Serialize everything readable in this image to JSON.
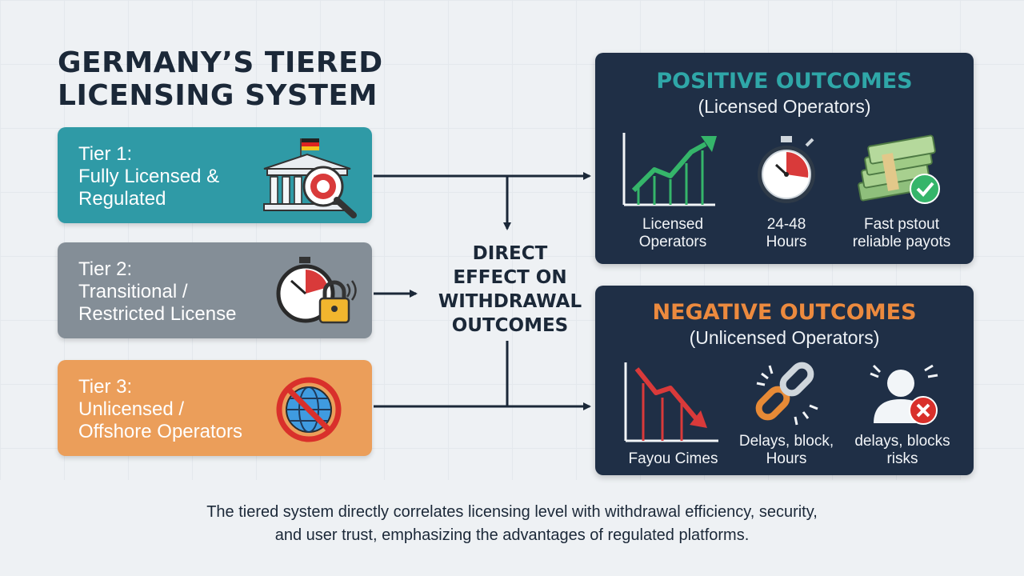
{
  "title": {
    "line1": "GERMANY’S TIERED",
    "line2": "LICENSING SYSTEM"
  },
  "tiers": [
    {
      "line1": "Tier 1:",
      "line2": "Fully Licensed &",
      "line3": "Regulated",
      "icon": "government-building-icon"
    },
    {
      "line1": "Tier 2:",
      "line2": "Transitional /",
      "line3": "Restricted License",
      "icon": "stopwatch-lock-icon"
    },
    {
      "line1": "Tier 3:",
      "line2": "Unlicensed /",
      "line3": "Offshore Operators",
      "icon": "blocked-globe-icon"
    }
  ],
  "center": {
    "line1": "DIRECT",
    "line2": "EFFECT ON",
    "line3": "WITHDRAWAL",
    "line4": "OUTCOMES"
  },
  "positive": {
    "title": "POSITIVE OUTCOMES",
    "subtitle": "(Licensed Operators)",
    "items": [
      {
        "line1": "Licensed",
        "line2": "Operators",
        "icon": "rising-chart-icon"
      },
      {
        "line1": "24-48",
        "line2": "Hours",
        "icon": "stopwatch-icon"
      },
      {
        "line1": "Fast pstout",
        "line2": "reliable payots",
        "icon": "cash-check-icon"
      }
    ]
  },
  "negative": {
    "title": "NEGATIVE OUTCOMES",
    "subtitle": "(Unlicensed Operators)",
    "items": [
      {
        "line1": "Fayou Cimes",
        "icon": "falling-chart-icon"
      },
      {
        "line1": "Delays, block,",
        "line2": "Hours",
        "icon": "broken-chain-icon"
      },
      {
        "line1": "delays, blocks",
        "line2": "risks",
        "icon": "user-blocked-icon"
      }
    ]
  },
  "footer": {
    "line1": "The tiered system directly correlates licensing level with withdrawal efficiency, security,",
    "line2": "and user trust, emphasizing the advantages of regulated platforms."
  },
  "colors": {
    "tier1": "#2f9aa6",
    "tier2": "#848e97",
    "tier3": "#eb9e5a",
    "panel": "#1f2f46",
    "positive_title": "#2fa7a8",
    "negative_title": "#ec8a3e"
  }
}
